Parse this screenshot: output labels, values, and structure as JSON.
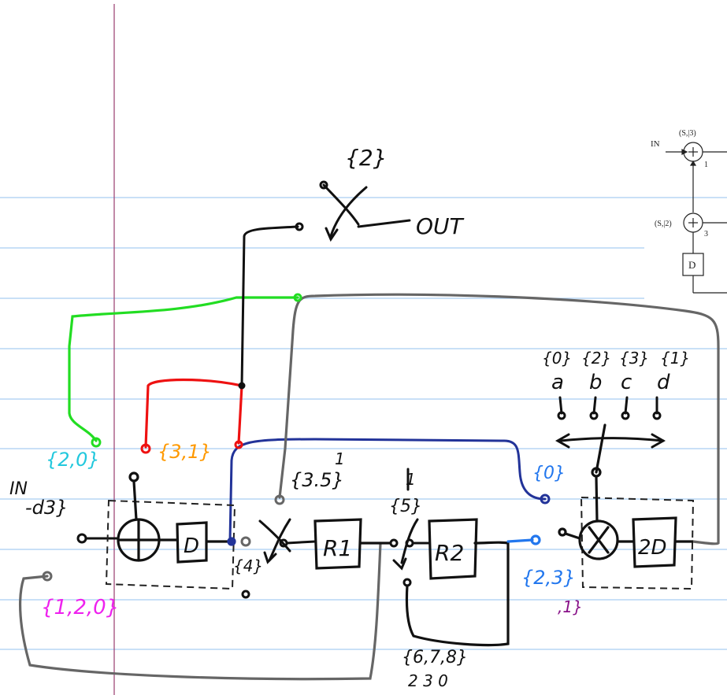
{
  "colors": {
    "paper": "#ffffff",
    "rule_line": "#a9cdf2",
    "margin_line": "#a04a7a",
    "ink": "#111111",
    "green": "#22dd22",
    "red": "#ee1111",
    "blue": "#223399",
    "gray": "#666666",
    "cyan": "#22c8dd",
    "orange": "#ff9900",
    "magenta": "#ee22ee",
    "yellow": "#f2cc00",
    "lightblue": "#2277ee",
    "darkgreen": "#117711",
    "purple": "#881188"
  },
  "labels": {
    "set_2": "{2}",
    "out": "OUT",
    "in": "IN",
    "in_delay": "-d3}",
    "set_green": "{2,0}",
    "set_red": "{3,1}",
    "set_3_5": "{3.5}",
    "set_4": "{4}",
    "set_5": "{5}",
    "set_678": "{6,7,8}",
    "set_678_sub": "2 3 0",
    "set_0": "{0}",
    "set_23_1": "{2,3}",
    "set_23_2": ",1}",
    "set_120": "{1,2,0}",
    "coef_sets": [
      "{0}",
      "{2}",
      "{3}",
      "{1}"
    ],
    "coef_names": [
      "a",
      "b",
      "c",
      "d"
    ],
    "block_d": "D",
    "block_r1": "R1",
    "block_r2": "R2",
    "block_2d": "2D",
    "tick_1": "1",
    "tick_2": "1"
  },
  "reference": {
    "in": "IN",
    "s3": "(S,|3)",
    "s2": "(S,|2)",
    "d": "D",
    "n1": "1",
    "n3": "3"
  }
}
